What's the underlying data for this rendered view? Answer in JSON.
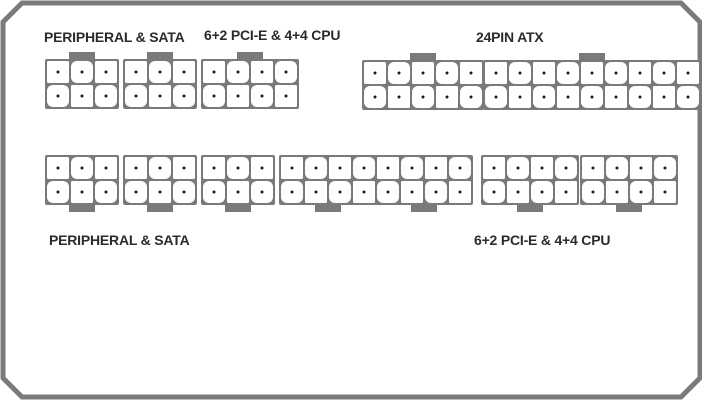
{
  "labels": {
    "top_left": "PERIPHERAL & SATA",
    "top_middle": "6+2 PCI-E & 4+4 CPU",
    "top_right": "24PIN ATX",
    "bottom_left": "PERIPHERAL & SATA",
    "bottom_right": "6+2 PCI-E & 4+4 CPU"
  },
  "colors": {
    "frame": "#7a7a7a",
    "connector": "#7a7a7a",
    "pin": "#ffffff",
    "dot": "#1a1a1a",
    "text": "#2b2b2b"
  },
  "connectors": [
    {
      "name": "top-peripheral-1",
      "group": "top_left",
      "cols": 3,
      "rows": 2,
      "latch": "top"
    },
    {
      "name": "top-peripheral-2",
      "group": "top_left",
      "cols": 3,
      "rows": 2,
      "latch": "top"
    },
    {
      "name": "top-pcie-cpu",
      "group": "top_middle",
      "cols": 4,
      "rows": 2,
      "latch": "top"
    },
    {
      "name": "top-atx-10pin",
      "group": "top_right",
      "cols": 5,
      "rows": 2,
      "latch": "top"
    },
    {
      "name": "top-atx-18pin",
      "group": "top_right",
      "cols": 9,
      "rows": 2,
      "latch": "top"
    },
    {
      "name": "bottom-peripheral-1",
      "group": "bottom_left",
      "cols": 3,
      "rows": 2,
      "latch": "bottom"
    },
    {
      "name": "bottom-peripheral-2",
      "group": "bottom_left",
      "cols": 3,
      "rows": 2,
      "latch": "bottom"
    },
    {
      "name": "bottom-peripheral-3",
      "group": "bottom_left",
      "cols": 3,
      "rows": 2,
      "latch": "bottom"
    },
    {
      "name": "bottom-peripheral-4",
      "group": "bottom_left",
      "cols": 4,
      "rows": 2,
      "latch": "bottom"
    },
    {
      "name": "bottom-peripheral-5",
      "group": "bottom_left",
      "cols": 4,
      "rows": 2,
      "latch": "bottom"
    },
    {
      "name": "bottom-pcie-cpu-1",
      "group": "bottom_right",
      "cols": 4,
      "rows": 2,
      "latch": "bottom"
    },
    {
      "name": "bottom-pcie-cpu-2",
      "group": "bottom_right",
      "cols": 4,
      "rows": 2,
      "latch": "bottom"
    }
  ]
}
